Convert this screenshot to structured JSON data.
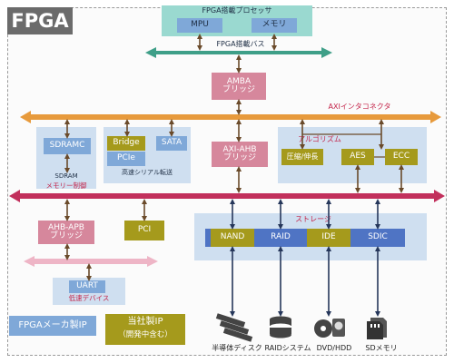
{
  "title": "FPGA",
  "processor": {
    "label": "FPGA搭載プロセッサ",
    "mpu": "MPU",
    "memory": "メモリ"
  },
  "fpga_bus": "FPGA搭載バス",
  "amba": "AMBA\nブリッジ",
  "axi_interconnect": "AXIインタコネクタ",
  "memory_ctrl": {
    "sdramc": "SDRAMC",
    "sdram": "SDRAM",
    "label": "メモリー制御"
  },
  "serial": {
    "bridge": "Bridge",
    "sata": "SATA",
    "pcie": "PCIe",
    "label": "高速シリアル転送"
  },
  "axi_ahb": "AXI-AHB\nブリッジ",
  "algorithm": {
    "label": "アルゴリズム",
    "compress": "圧縮/伸長",
    "aes": "AES",
    "ecc": "ECC"
  },
  "ahb_apb": "AHB-APB\nブリッジ",
  "pci": "PCI",
  "storage": {
    "label": "ストレージ",
    "nand": "NAND",
    "raid": "RAID",
    "ide": "IDE",
    "sdic": "SDIC"
  },
  "uart": {
    "name": "UART",
    "label": "低速デバイス"
  },
  "legend": {
    "vendor_ip": "FPGAメーカ製IP",
    "own_ip_line1": "当社製IP",
    "own_ip_line2": "（開発中含む）"
  },
  "devices": {
    "ssd": "半導体ディスク",
    "raid": "RAIDシステム",
    "dvd": "DVD/HDD",
    "sd": "SDメモリ"
  },
  "colors": {
    "vendor_blue": "#7fa8d8",
    "own_olive": "#a59a1c",
    "teal": "#9ad9d0",
    "bridge_pink": "#d6879c",
    "axi_orange": "#e79a3c",
    "main_bus_crimson": "#c2305c",
    "fpga_bus_green": "#3f9f88",
    "apb_pink": "#eeb5c6",
    "storage_blue": "#4f74c4",
    "region_blue": "#cfdff0",
    "arrow_brown": "#6a4a2a",
    "title_gray": "#6b6b6b"
  }
}
